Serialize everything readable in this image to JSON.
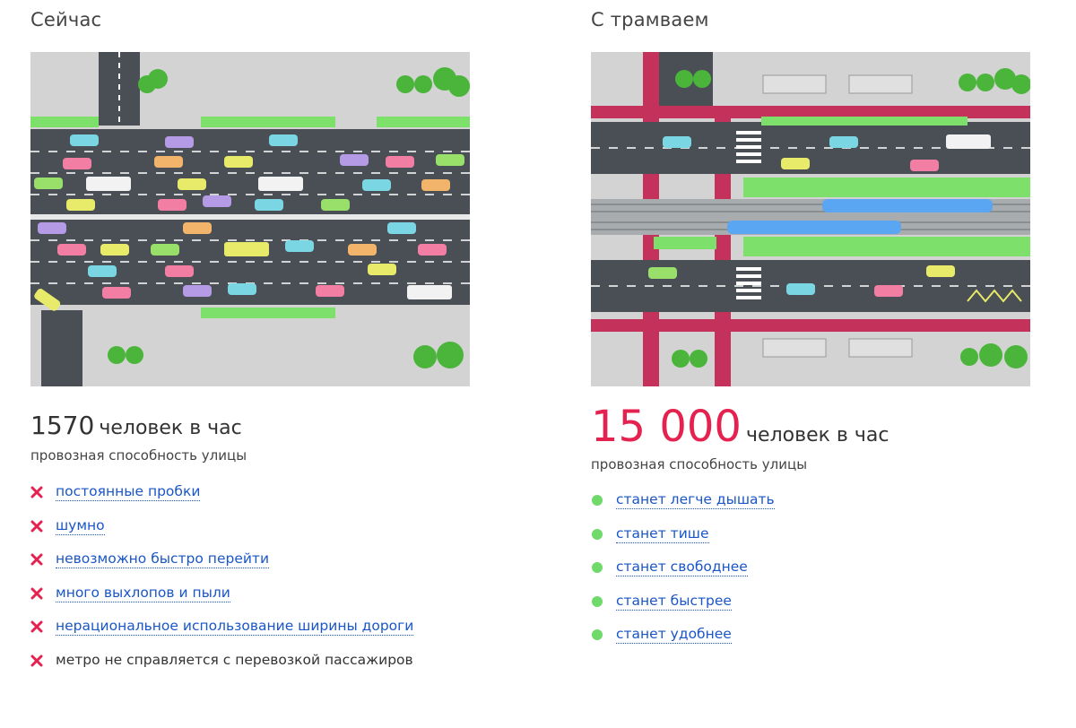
{
  "left": {
    "title": "Сейчас",
    "stat_number": "1570",
    "stat_unit": "человек в час",
    "subtitle": "провозная способность улицы",
    "items": [
      {
        "text": "постоянные пробки",
        "link": true
      },
      {
        "text": "шумно",
        "link": true
      },
      {
        "text": "невозможно быстро перейти",
        "link": true
      },
      {
        "text": "много выхлопов и пыли",
        "link": true
      },
      {
        "text": "нерациональное использование ширины дороги",
        "link": true
      },
      {
        "text": "метро не справляется с перевозкой пассажиров",
        "link": false
      }
    ]
  },
  "right": {
    "title": "С трамваем",
    "stat_number": "15 000",
    "stat_unit": "человек в час",
    "subtitle": "провозная способность улицы",
    "items": [
      {
        "text": "станет легче дышать"
      },
      {
        "text": "станет тише"
      },
      {
        "text": "станет свободнее"
      },
      {
        "text": "станет быстрее"
      },
      {
        "text": "станет удобнее"
      }
    ]
  },
  "colors": {
    "accent": "#e5214f",
    "link": "#1a56c8",
    "cross": "#e5214f",
    "check": "#6fd96a",
    "road": "#4a4f55",
    "tram_lane": "#c4325c",
    "green_strip": "#7de06b"
  },
  "icons": {
    "cross": "cross-icon",
    "check": "green-dot-icon"
  }
}
